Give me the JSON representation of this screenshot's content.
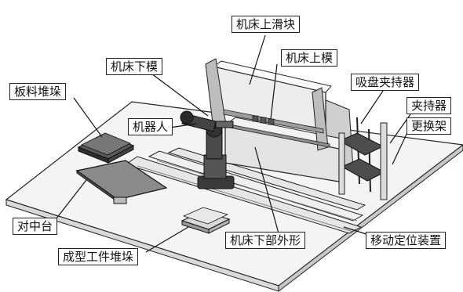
{
  "labels": {
    "upper_slider": "机床上滑块",
    "upper_die": "机床上模",
    "lower_die": "机床下模",
    "sheet_stack": "板料堆垛",
    "robot": "机器人",
    "suction_gripper": "吸盘夹持器",
    "gripper_changer_line1": "夹持器",
    "gripper_changer_line2": "更换架",
    "centering_table": "对中台",
    "workpiece_stack": "成型工件堆垛",
    "lower_frame": "机床下部外形",
    "positioning_device": "移动定位装置"
  }
}
